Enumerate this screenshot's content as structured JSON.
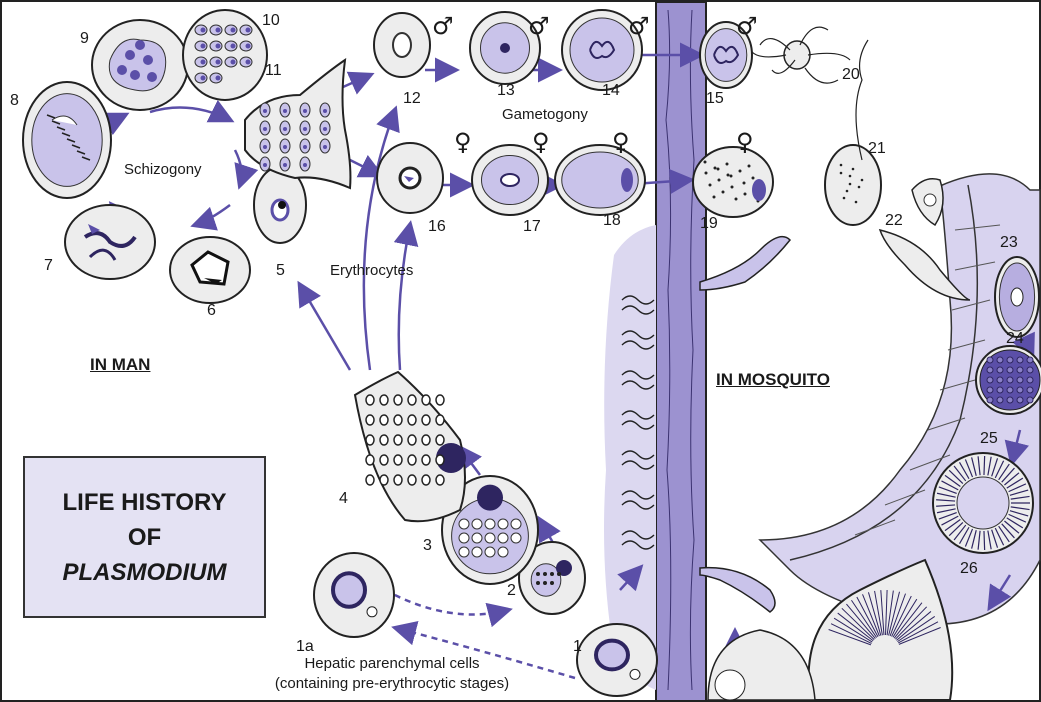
{
  "title": {
    "line1": "LIFE HISTORY",
    "line2": "OF",
    "line3": "PLASMODIUM"
  },
  "regions": {
    "man": "IN MAN",
    "mosquito": "IN MOSQUITO"
  },
  "labels": {
    "schizogony": "Schizogony",
    "gametogony": "Gametogony",
    "erythrocytes": "Erythrocytes",
    "hepatic_line1": "Hepatic parenchymal cells",
    "hepatic_line2": "(containing pre-erythrocytic stages)"
  },
  "stage_numbers": {
    "s1": "1",
    "s1a": "1a",
    "s2": "2",
    "s3": "3",
    "s4": "4",
    "s5": "5",
    "s6": "6",
    "s7": "7",
    "s8": "8",
    "s9": "9",
    "s10": "10",
    "s11": "11",
    "s12": "12",
    "s13": "13",
    "s14": "14",
    "s15": "15",
    "s16": "16",
    "s17": "17",
    "s18": "18",
    "s19": "19",
    "s20": "20",
    "s21": "21",
    "s22": "22",
    "s23": "23",
    "s24": "24",
    "s25": "25",
    "s26": "26"
  },
  "symbols": {
    "male": "♂",
    "female": "♀"
  },
  "colors": {
    "accent": "#5b4fa8",
    "cell_fill": "#ededed",
    "parasite": "#c9c3ea",
    "nucleus": "#2e2560",
    "title_bg": "#e4e2f3",
    "gut_wall": "#9c92d0"
  }
}
